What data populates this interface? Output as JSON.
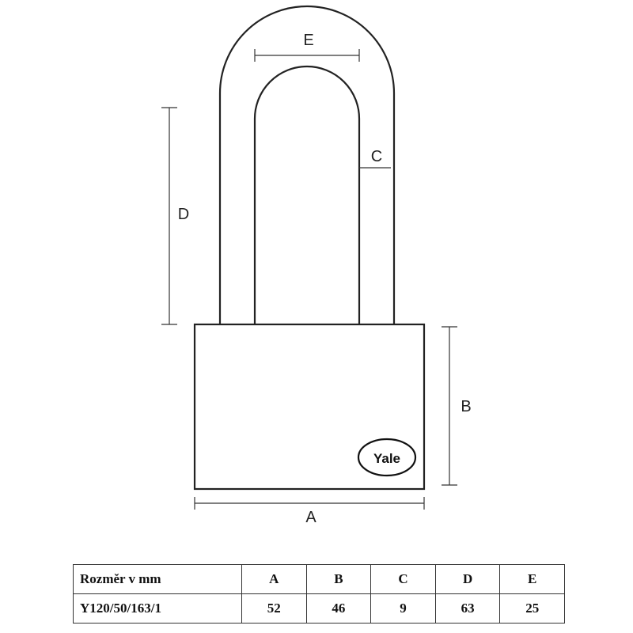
{
  "diagram": {
    "labels": {
      "A": "A",
      "B": "B",
      "C": "C",
      "D": "D",
      "E": "E"
    },
    "logo": "Yale"
  },
  "table": {
    "header": [
      "Rozměr v mm",
      "A",
      "B",
      "C",
      "D",
      "E"
    ],
    "row": [
      "Y120/50/163/1",
      "52",
      "46",
      "9",
      "63",
      "25"
    ]
  }
}
